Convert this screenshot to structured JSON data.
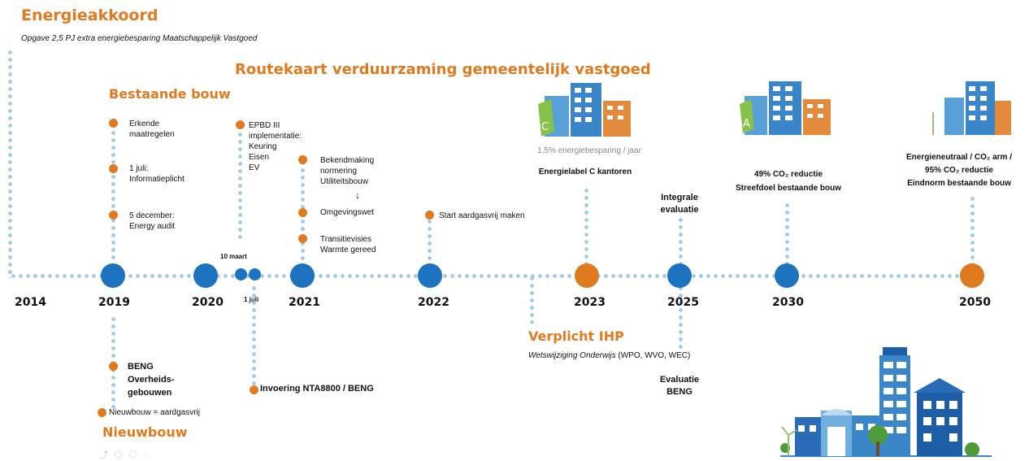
{
  "energieakkoord": {
    "title": "Energieakkoord",
    "subtitle": "Opgave 2,5 PJ extra energiebesparing Maatschappelijk Vastgoed"
  },
  "routekaart_title": "Routekaart verduurzaming gemeentelijk vastgoed",
  "bestaande_bouw": {
    "title": "Bestaande bouw",
    "items": [
      "Erkende maatregelen",
      "1 juli: Informatieplicht",
      "5 december: Energy audit"
    ]
  },
  "epbd": {
    "line1": "EPBD III",
    "line2": "implementatie:",
    "line3": "Keuring",
    "line4": "Eisen",
    "line5": "EV"
  },
  "y2021_items": {
    "bekendmaking": "Bekendmaking normering Utiliteitsbouw",
    "arrow": "↓",
    "omgevingswet": "Omgevingswet",
    "transitievisies": "Transitievisies Warmte gereed"
  },
  "start_aardgasvrij": "Start aardgasvrij maken",
  "label_2023": {
    "caption": "1,5% energiebesparing / jaar",
    "label": "Energielabel C kantoren",
    "badge": "C"
  },
  "integrale_evaluatie": "Integrale evaluatie",
  "label_2030": {
    "line1": "49% CO₂ reductie",
    "line2": "Streefdoel bestaande bouw",
    "badge": "A"
  },
  "label_2050": {
    "line1": "Energieneutraal / CO₂ arm /",
    "line2": "95% CO₂ reductie",
    "line3": "Eindnorm bestaande bouw"
  },
  "markers": {
    "tien_maart": "10 maart",
    "een_juli": "1 juli"
  },
  "years": [
    "2014",
    "2019",
    "2020",
    "2021",
    "2022",
    "2023",
    "2025",
    "2030",
    "2050"
  ],
  "nieuwbouw": {
    "title": "Nieuwbouw",
    "beng": "BENG Overheids-gebouwen",
    "aardgasvrij": "Nieuwbouw = aardgasvrij"
  },
  "invoering": "Invoering NTA8800 / BENG",
  "verplicht_ihp": {
    "title": "Verplicht IHP",
    "subtitle_italic": "Wetswijziging Onderwijs",
    "subtitle_rest": " (WPO, WVO, WEC)"
  },
  "evaluatie_beng": "Evaluatie BENG",
  "colors": {
    "orange": "#e07a1f",
    "blue": "#1e73c0",
    "dots": "#9ecbea"
  }
}
